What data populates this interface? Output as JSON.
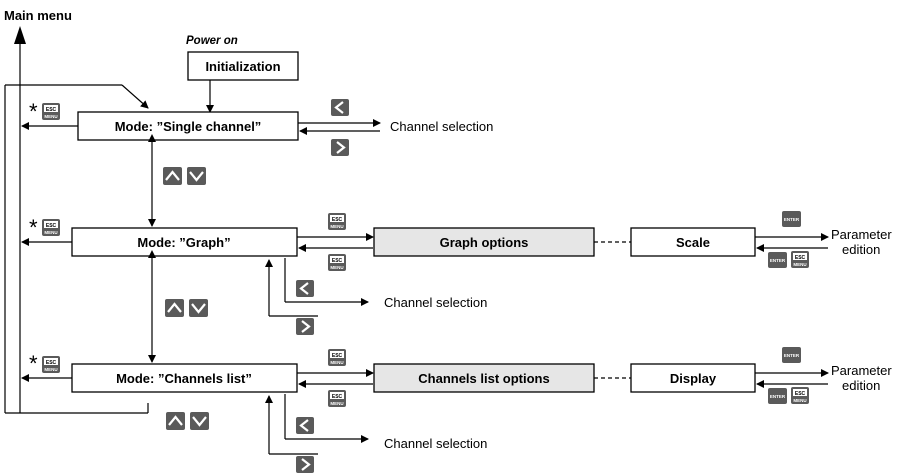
{
  "header": {
    "main_menu": "Main menu"
  },
  "start": {
    "power_on": "Power on",
    "initialization": "Initialization"
  },
  "modes": {
    "single": "Mode: ”Single channel”",
    "graph": "Mode: ”Graph”",
    "list": "Mode: ”Channels list”"
  },
  "options": {
    "graph_options": "Graph options",
    "scale": "Scale",
    "channels_list_options": "Channels list options",
    "display": "Display"
  },
  "labels": {
    "channel_selection": "Channel selection",
    "parameter": "Parameter",
    "edition": "edition",
    "asterisk": "*"
  },
  "keys": {
    "esc_top": "ESC",
    "esc_bottom": "MENU",
    "enter": "ENTER"
  },
  "colors": {
    "line": "#000000",
    "option_fill": "#e6e6e6",
    "key_dark": "#5a5a5a",
    "key_light_border": "#333333"
  }
}
